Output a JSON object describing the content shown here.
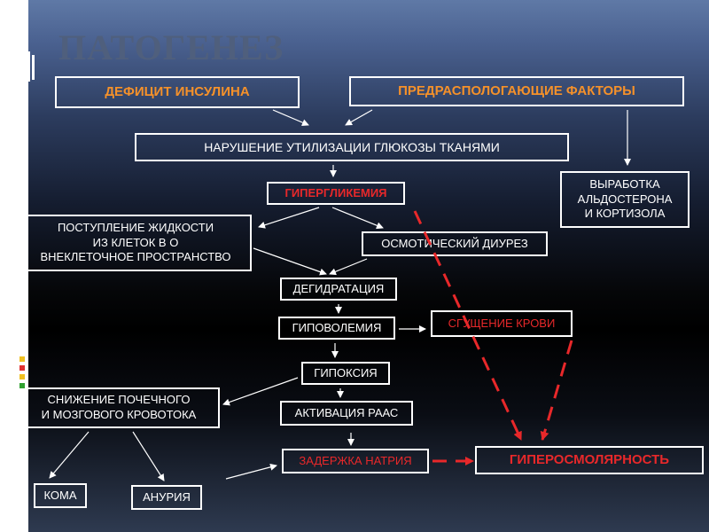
{
  "title": "ПАТОГЕНЕЗ",
  "nodes": {
    "insulin_deficit": "ДЕФИЦИТ ИНСУЛИНА",
    "predisposing": "ПРЕДРАСПОЛОГАЮЩИЕ ФАКТОРЫ",
    "glucose_util": "НАРУШЕНИЕ УТИЛИЗАЦИИ ГЛЮКОЗЫ ТКАНЯМИ",
    "aldosterone": "ВЫРАБОТКА\nАЛЬДОСТЕРОНА\nИ КОРТИЗОЛА",
    "hyperglycemia": "ГИПЕРГЛИКЕМИЯ",
    "fluid_shift": "ПОСТУПЛЕНИЕ ЖИДКОСТИ\nИЗ КЛЕТОК В О\nВНЕКЛЕТОЧНОЕ ПРОСТРАНСТВО",
    "osmotic_diuresis": "ОСМОТИЧЕСКИЙ ДИУРЕЗ",
    "dehydration": "ДЕГИДРАТАЦИЯ",
    "hypovolemia": "ГИПОВОЛЕМИЯ",
    "blood_thickening": "СГУЩЕНИЕ КРОВИ",
    "hypoxia": "ГИПОКСИЯ",
    "renal_flow": "СНИЖЕНИЕ ПОЧЕЧНОГО\nИ МОЗГОВОГО КРОВОТОКА",
    "raas": "АКТИВАЦИЯ РААС",
    "sodium_retention": "ЗАДЕРЖКА НАТРИЯ",
    "hyperosmolarity": "ГИПЕРОСМОЛЯРНОСТЬ",
    "coma": "КОМА",
    "anuria": "АНУРИЯ"
  },
  "colors": {
    "orange": "#f5912a",
    "red": "#e8282a",
    "white": "#ffffff"
  }
}
